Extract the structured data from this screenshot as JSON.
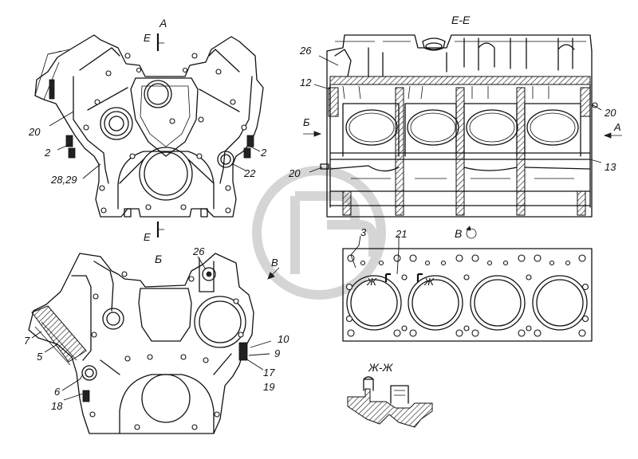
{
  "labels": {
    "view_a": "А",
    "view_b": "Б",
    "section_ee": "Е-Е",
    "section_zhzh": "Ж-Ж",
    "view_v": "В",
    "sec_e_top": "Е",
    "sec_e_bottom": "Е",
    "arrow_a": "А",
    "arrow_b": "Б",
    "arrow_v": "В",
    "zh_left": "Ж",
    "zh_right": "Ж"
  },
  "callouts": {
    "c20_a": "20",
    "c2_a_left": "2",
    "c2_a_right": "2",
    "c28_29": "28,29",
    "c22": "22",
    "c26_ee": "26",
    "c12": "12",
    "c20_ee_right": "20",
    "c20_ee_left": "20",
    "c13": "13",
    "c3": "3",
    "c21": "21",
    "c26_b": "26",
    "c7": "7",
    "c5": "5",
    "c10": "10",
    "c9": "9",
    "c17": "17",
    "c19": "19",
    "c6": "6",
    "c18": "18"
  },
  "colors": {
    "line": "#111111",
    "paper": "#ffffff",
    "watermark": "#d5d5d5"
  },
  "icons": {
    "view_rotated": "rotation-circle-arrow-icon",
    "view_arrow": "arrow-icon",
    "watermark": "logo-watermark-icon"
  }
}
